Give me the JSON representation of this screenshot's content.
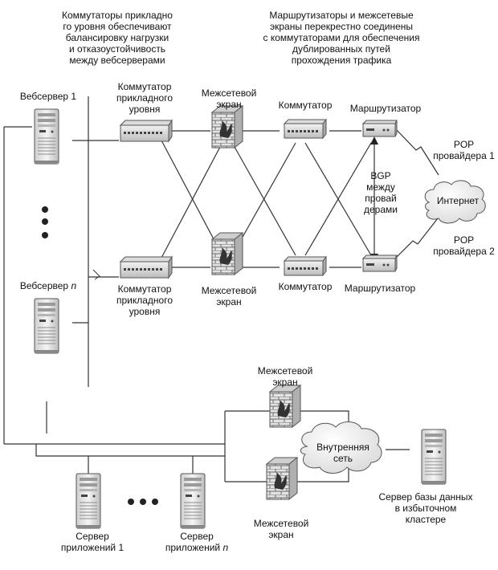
{
  "annotations": {
    "app_switches_note": "Коммутаторы прикладно\nго уровня обеспечивают\nбалансировку нагрузки\nи отказоустойчивость\nмежду вебсерверами",
    "routers_note": "Маршрутизаторы и межсетевые\nэкраны перекрестно соединены\nс коммутаторами для обеспечения\nдублированных путей\nпрохождения трафика",
    "bgp_note": "BGP\nмежду\nпровай\nдерами"
  },
  "nodes": {
    "web_server_1": "Вебсервер 1",
    "web_server_n_prefix": "Вебсервер ",
    "web_server_n_suffix": "n",
    "app_switch_top": "Коммутатор\nприкладного\nуровня",
    "app_switch_bottom": "Коммутатор\nприкладного\nуровня",
    "firewall_top": "Межсетевой\nэкран",
    "firewall_bottom": "Межсетевой\nэкран",
    "switch_top": "Коммутатор",
    "switch_bottom": "Коммутатор",
    "router_top": "Маршрутизатор",
    "router_bottom": "Маршрутизатор",
    "pop_1": "POP\nпровайдера 1",
    "pop_2": "POP\nпровайдера 2",
    "internet": "Интернет",
    "firewall_internal_top": "Межсетевой\nэкран",
    "firewall_internal_bottom": "Межсетевой\nэкран",
    "internal_network": "Внутренняя\nсеть",
    "db_server": "Сервер базы данных\nв избыточном\nкластере",
    "app_server_1": "Сервер\nприложений 1",
    "app_server_n_prefix": "Сервер\nприложений ",
    "app_server_n_suffix": "n"
  },
  "icons": {
    "server": "server-tower-icon",
    "switch": "network-switch-icon",
    "router": "router-icon",
    "firewall": "brick-firewall-icon",
    "cloud": "cloud-icon"
  }
}
